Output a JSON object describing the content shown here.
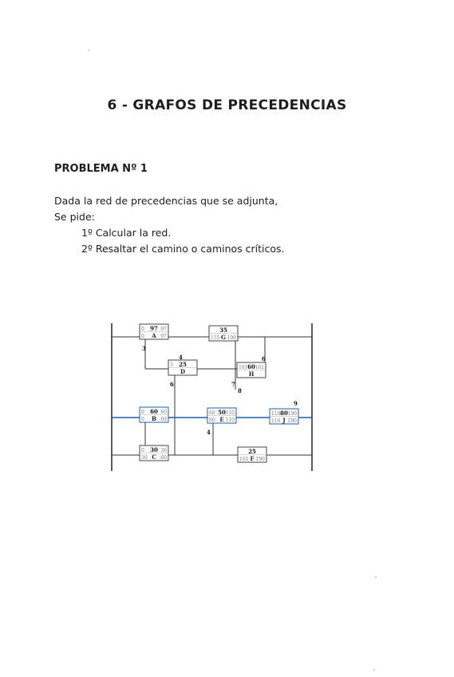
{
  "document": {
    "title": "6 - GRAFOS DE PRECEDENCIAS",
    "problem_heading": "PROBLEMA Nº 1",
    "statement": [
      "Dada  la red  de precedencias  que se adjunta,",
      "Se pide:",
      "1º Calcular la red.",
      "2º Resaltar el camino o caminos críticos."
    ]
  },
  "network": {
    "activities": [
      {
        "id": "A",
        "duration": "97",
        "es": "0",
        "ef": "97",
        "ls": "0",
        "lf": "97",
        "critical": false
      },
      {
        "id": "G",
        "duration": "35",
        "es": "",
        "ef": "",
        "ls": "155",
        "lf": "190",
        "critical": false
      },
      {
        "id": "D",
        "duration": "25",
        "es": "3",
        "ef": "",
        "ls": "",
        "lf": "",
        "critical": false
      },
      {
        "id": "H",
        "duration": "60",
        "es": "101",
        "ef": "161",
        "ls": "",
        "lf": "",
        "critical": false
      },
      {
        "id": "B",
        "duration": "60",
        "es": "0",
        "ef": "60",
        "ls": "0",
        "lf": "60",
        "critical": true
      },
      {
        "id": "E",
        "duration": "50",
        "es": "60",
        "ef": "110",
        "ls": "60",
        "lf": "110",
        "critical": true
      },
      {
        "id": "J",
        "duration": "80",
        "es": "110",
        "ef": "190",
        "ls": "110",
        "lf": "190",
        "critical": true
      },
      {
        "id": "C",
        "duration": "30",
        "es": "0",
        "ef": "30",
        "ls": "30",
        "lf": "60",
        "critical": false
      },
      {
        "id": "F",
        "duration": "25",
        "es": "",
        "ef": "",
        "ls": "165",
        "lf": "190",
        "critical": false
      }
    ],
    "edge_labels": [
      "3",
      "6",
      "4",
      "6",
      "7",
      "8",
      "9",
      "4"
    ],
    "colors": {
      "line": "#333333",
      "critical": "#1f5fb0",
      "handwriting": "#777777"
    }
  }
}
